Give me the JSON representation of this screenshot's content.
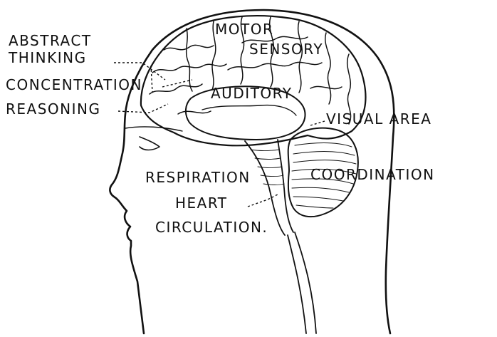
{
  "labels": {
    "abstract": "ABSTRACT",
    "thinking": "THINKING",
    "motor": "MOTOR",
    "sensory": "SENSORY",
    "concentration": "CONCENTRATION",
    "reasoning": "REASONING",
    "auditory": "AUDITORY",
    "visual_area": "VISUAL AREA",
    "respiration": "RESPIRATION",
    "coordination": "COORDINATION",
    "heart": "HEART",
    "circulation": "CIRCULATION."
  },
  "colors": {
    "ink": "#111111",
    "paper": "#ffffff"
  }
}
